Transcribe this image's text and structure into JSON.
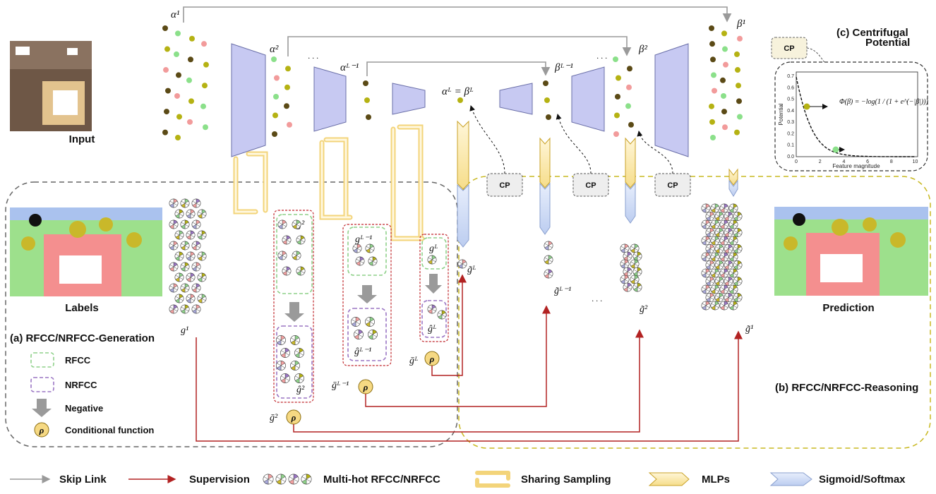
{
  "labels": {
    "input": "Input",
    "labels_caption": "Labels",
    "prediction": "Prediction",
    "section_a": "(a) RFCC/NRFCC-Generation",
    "section_b": "(b) RFCC/NRFCC-Reasoning",
    "section_c_line1": "(c)  Centrifugal",
    "section_c_line2": "Potential",
    "cp": "CP"
  },
  "math": {
    "alpha1": "α¹",
    "alpha2": "α²",
    "alphaLm1": "αᴸ⁻¹",
    "alphaL_eq": "αᴸ = βᴸ",
    "beta1": "β¹",
    "beta2": "β²",
    "betaLm1": "βᴸ⁻¹",
    "g1": "g¹",
    "g2": "g²",
    "gLm1": "gᴸ⁻¹",
    "gL": "gᴸ",
    "ghat2": "ĝ²",
    "ghatLm1": "ĝᴸ⁻¹",
    "ghatL": "ĝᴸ",
    "gbar2": "ḡ²",
    "gbarLm1": "ḡᴸ⁻¹",
    "gbarL": "ḡᴸ",
    "gtilde1": "g̃¹",
    "gtilde2": "g̃²",
    "gtildeLm1": "g̃ᴸ⁻¹",
    "gtildeL": "g̃ᴸ",
    "rho": "ρ",
    "dots": "· · ·",
    "potential_formula": "Φ(β) = −log(1 / (1 + e^(−|β|)))"
  },
  "legend_left": [
    {
      "label": "RFCC"
    },
    {
      "label": "NRFCC"
    },
    {
      "label": "Negative"
    },
    {
      "label": "Conditional function"
    }
  ],
  "legend_bottom": [
    {
      "label": "Skip Link"
    },
    {
      "label": "Supervision"
    },
    {
      "label": "Multi-hot RFCC/NRFCC"
    },
    {
      "label": "Sharing Sampling"
    },
    {
      "label": "MLPs"
    },
    {
      "label": "Sigmoid/Softmax"
    }
  ],
  "potential_plot": {
    "xlabel": "Feature magnitude",
    "ylabel": "Potential",
    "x_ticks": [
      "0",
      "2",
      "4",
      "6",
      "8",
      "10"
    ],
    "y_ticks": [
      "0.0",
      "0.1",
      "0.2",
      "0.3",
      "0.4",
      "0.5",
      "0.6",
      "0.7"
    ]
  },
  "colors": {
    "encoder_block": "#c7c9f2",
    "skip_link": "#9a9a9a",
    "supervision": "#b22222",
    "rfcc": "#8fd18a",
    "nrfcc": "#9b76c4",
    "sampling": "#f6d983",
    "mlp": "#fbeab5",
    "sigmoid": "#c9d6f2",
    "dot_olive": "#b5b213",
    "dot_dark": "#5b4a16",
    "dot_green": "#8be08a",
    "dot_pink": "#f29b9b"
  }
}
